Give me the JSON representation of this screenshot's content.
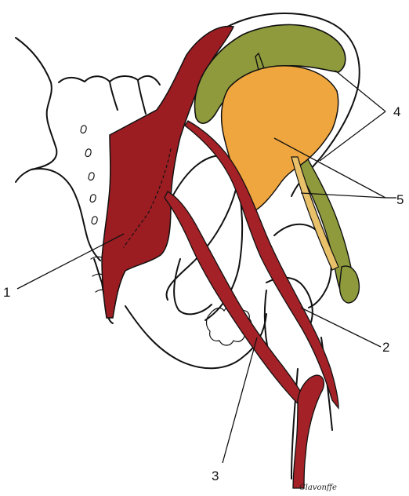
{
  "colors": {
    "muscle_red": "#9b1d22",
    "vessel_red": "#a32127",
    "olive_green": "#8f9a3c",
    "orange_muscle": "#f0a63e",
    "tan_band": "#e8c16a",
    "outline": "#111111",
    "background": "#ffffff"
  },
  "labels": {
    "l1": "1",
    "l2": "2",
    "l3": "3",
    "l4": "4",
    "l5": "5"
  },
  "signature": "Clavonffe"
}
